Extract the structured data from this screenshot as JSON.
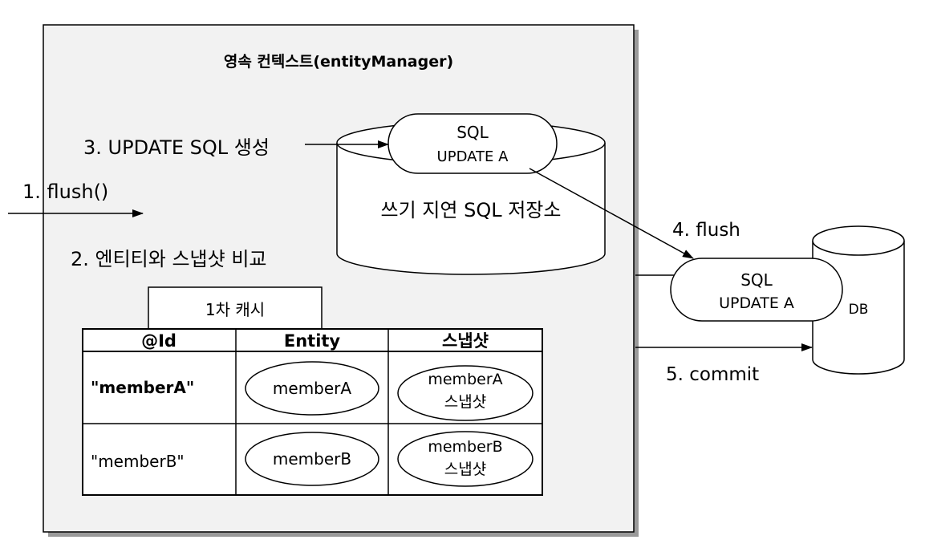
{
  "context": {
    "title": "영속 컨텍스트(entityManager)"
  },
  "steps": {
    "step1": "1. flush()",
    "step2": "2. 엔티티와 스냅샷 비교",
    "step3": "3. UPDATE SQL 생성",
    "step4": "4. flush",
    "step5": "5. commit"
  },
  "sql_store": {
    "label": "쓰기 지연 SQL 저장소",
    "pill_line1": "SQL",
    "pill_line2": "UPDATE A"
  },
  "db": {
    "label": "DB",
    "pill_line1": "SQL",
    "pill_line2": "UPDATE A"
  },
  "cache": {
    "title": "1차 캐시",
    "headers": [
      "@Id",
      "Entity",
      "스냅샷"
    ],
    "rows": [
      {
        "id": "\"memberA\"",
        "entity": "memberA",
        "snapshot_line1": "memberA",
        "snapshot_line2": "스냅샷"
      },
      {
        "id": "\"memberB\"",
        "entity": "memberB",
        "snapshot_line1": "memberB",
        "snapshot_line2": "스냅샷"
      }
    ]
  }
}
